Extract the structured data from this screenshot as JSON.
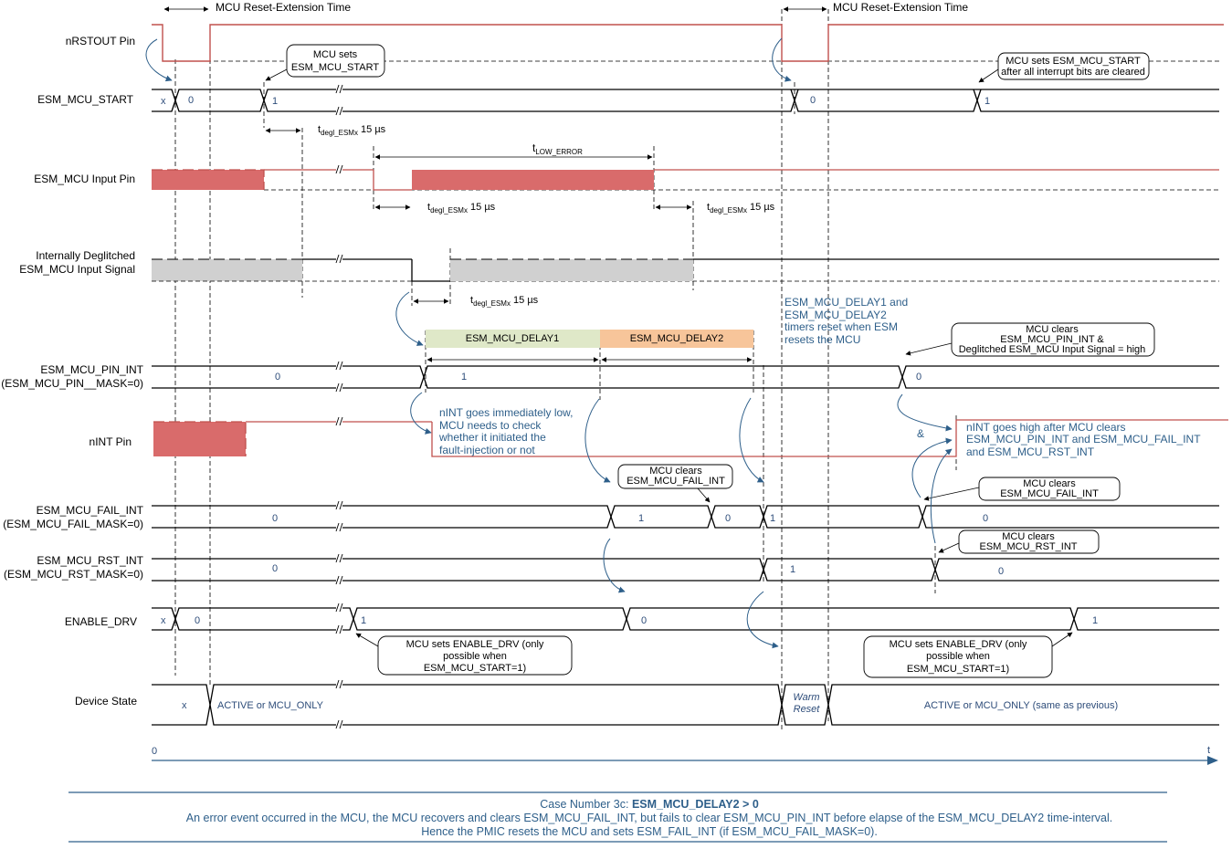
{
  "diagram": {
    "signals": {
      "nrstout": "nRSTOUT Pin",
      "esm_mcu_start": "ESM_MCU_START",
      "esm_mcu_input": "ESM_MCU Input Pin",
      "deglitched_1": "Internally Deglitched",
      "deglitched_2": "ESM_MCU Input Signal",
      "pin_int_1": "ESM_MCU_PIN_INT",
      "pin_int_2": "(ESM_MCU_PIN__MASK=0)",
      "nint": "nINT Pin",
      "fail_int_1": "ESM_MCU_FAIL_INT",
      "fail_int_2": "(ESM_MCU_FAIL_MASK=0)",
      "rst_int_1": "ESM_MCU_RST_INT",
      "rst_int_2": "(ESM_MCU_RST_MASK=0)",
      "enable_drv": "ENABLE_DRV",
      "device_state": "Device State"
    },
    "timing": {
      "reset_ext": "MCU Reset-Extension Time",
      "t_degl": "t",
      "t_degl_sub": "degl_ESMx",
      "t_degl_val": " 15 µs",
      "t_low": "t",
      "t_low_sub": "LOW_ERROR"
    },
    "values": {
      "x": "x",
      "zero": "0",
      "one": "1"
    },
    "states": {
      "active_1": "ACTIVE or MCU_ONLY",
      "warm_1": "Warm",
      "warm_2": "Reset",
      "active_2": "ACTIVE or MCU_ONLY (same as previous)"
    },
    "delays": {
      "delay1": "ESM_MCU_DELAY1",
      "delay2": "ESM_MCU_DELAY2"
    },
    "callouts": {
      "mcu_sets_start_1": "MCU sets",
      "mcu_sets_start_2": "ESM_MCU_START",
      "mcu_sets_start_after_1": "MCU sets ESM_MCU_START",
      "mcu_sets_start_after_2": "after all interrupt bits are cleared",
      "clears_fail_1": "MCU clears",
      "clears_fail_2": "ESM_MCU_FAIL_INT",
      "clears_fail_b_1": "MCU clears",
      "clears_fail_b_2": "ESM_MCU_FAIL_INT",
      "clears_rst_1": "MCU clears",
      "clears_rst_2": "ESM_MCU_RST_INT",
      "clears_pin_1": "MCU clears",
      "clears_pin_2": "ESM_MCU_PIN_INT  &",
      "clears_pin_3": "Deglitched ESM_MCU Input Signal = high",
      "enable_a_1": "MCU sets ENABLE_DRV (only",
      "enable_a_2": "possible when",
      "enable_a_3": "ESM_MCU_START=1)",
      "enable_b_1": "MCU sets ENABLE_DRV (only",
      "enable_b_2": "possible when",
      "enable_b_3": "ESM_MCU_START=1)"
    },
    "notes": {
      "timers_1": "ESM_MCU_DELAY1 and",
      "timers_2": "ESM_MCU_DELAY2",
      "timers_3": "timers reset when ESM",
      "timers_4": "resets the MCU",
      "nint_low_1": "nINT goes immediately low,",
      "nint_low_2": "MCU needs to check",
      "nint_low_3": "whether it initiated  the",
      "nint_low_4": "fault-injection or not",
      "nint_high_1": "nINT goes high after MCU clears",
      "nint_high_2": "ESM_MCU_PIN_INT and ESM_MCU_FAIL_INT",
      "nint_high_3": "and ESM_MCU_RST_INT",
      "amp": "&"
    },
    "axis": {
      "origin": "0",
      "t": "t"
    },
    "caption": {
      "line1_prefix": "Case Number 3c:  ",
      "line1_bold": "ESM_MCU_DELAY2 > 0",
      "line2": "An error event occurred in the MCU, the MCU recovers and clears ESM_MCU_FAIL_INT, but fails to clear ESM_MCU_PIN_INT before elapse of the  ESM_MCU_DELAY2  time-interval.",
      "line3": "Hence the PMIC resets the MCU and sets ESM_FAIL_INT (if ESM_MCU_FAIL_MASK=0)."
    },
    "colors": {
      "red_line": "#c0504d",
      "red_fill": "#d96b6b",
      "gray_fill": "#d0d0d0",
      "green_fill": "#dfe8c8",
      "orange_fill": "#f7c59a",
      "blue": "#2e5f8a"
    }
  }
}
